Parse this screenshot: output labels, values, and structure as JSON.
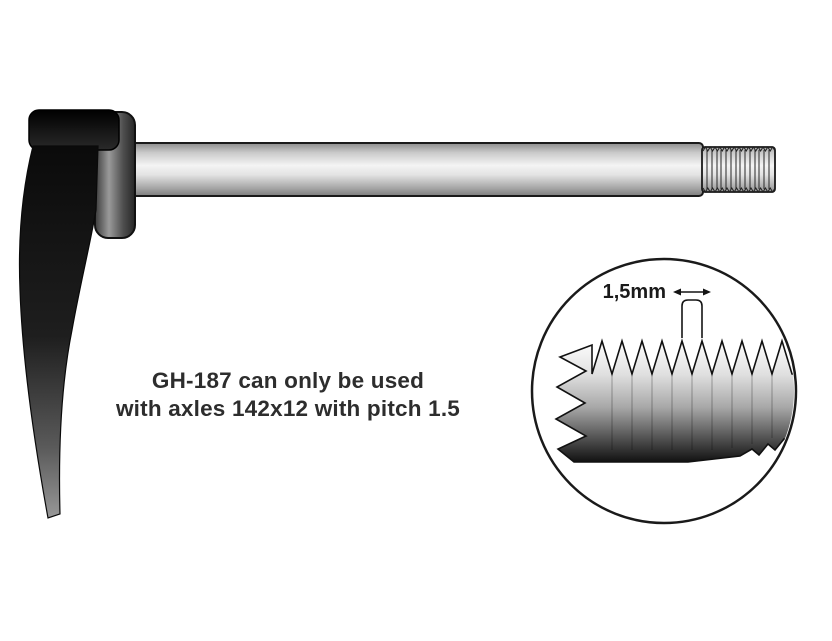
{
  "page": {
    "background": "#ffffff"
  },
  "diagram": {
    "caption": {
      "line1": "GH-187 can only be used",
      "line2": "with axles 142x12 with pitch 1.5"
    },
    "detail_view": {
      "measurement_label": "1,5mm"
    },
    "colors": {
      "outline": "#1a1a1a",
      "caption_text": "#2d2d2d"
    }
  }
}
